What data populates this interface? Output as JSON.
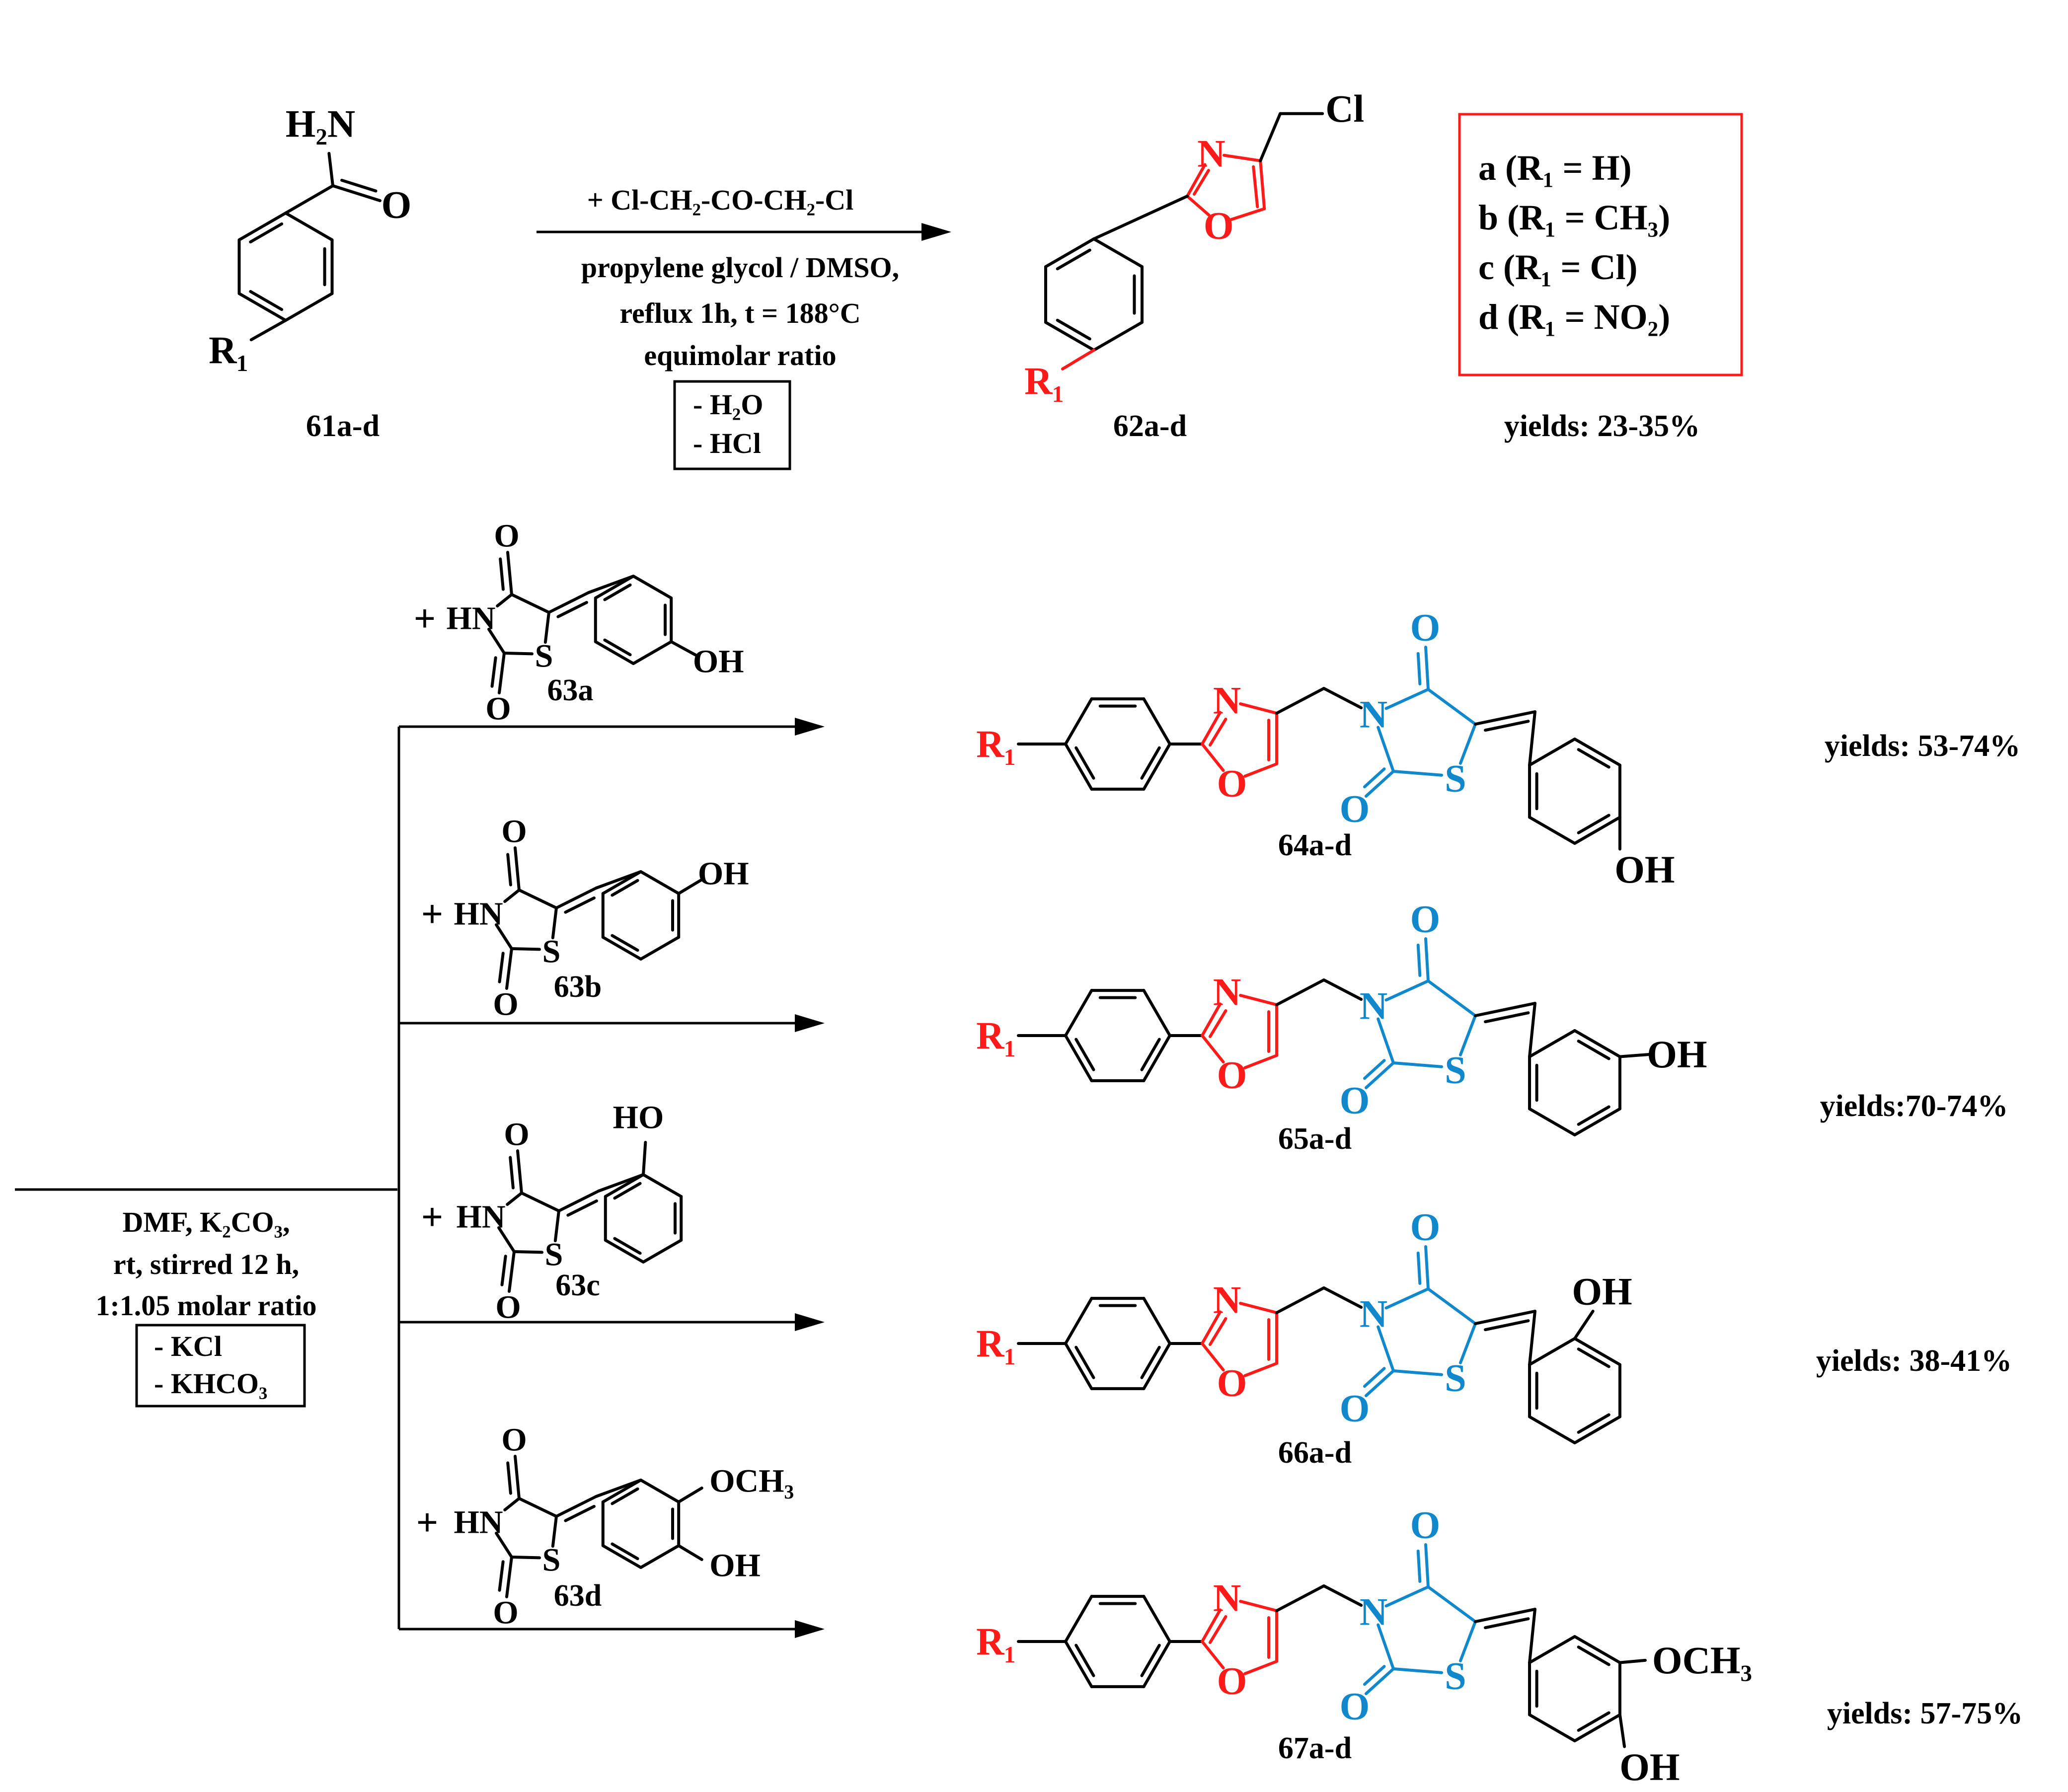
{
  "colors": {
    "oxazole": "#ff1a1a",
    "thiazolidinedione": "#1188cc",
    "default": "#000000"
  },
  "step1": {
    "reagent": "+ Cl-CH₂-CO-CH₂-Cl",
    "conditions": [
      "propylene glycol / DMSO,",
      "reflux 1h, t = 188°C",
      "equimolar ratio"
    ],
    "byproducts": [
      "- H₂O",
      "- HCl"
    ]
  },
  "options": [
    "a (R₁ = H)",
    "b (R₁ = CH₃)",
    "c (R₁ = Cl)",
    "d (R₁ = NO₂)"
  ],
  "step2": {
    "conditions": [
      "DMF, K₂CO₃,",
      "rt, stirred 12 h,",
      "1:1.05 molar ratio"
    ],
    "byproducts": [
      "- KCl",
      "- KHCO₃"
    ]
  },
  "compounds": {
    "c61": {
      "label": "61a-d"
    },
    "c62": {
      "label": "62a-d",
      "yield": "yields: 23-35%"
    },
    "c63a": {
      "label": "63a"
    },
    "c63b": {
      "label": "63b"
    },
    "c63c": {
      "label": "63c"
    },
    "c63d": {
      "label": "63d"
    },
    "c64": {
      "label": "64a-d",
      "yield": "yields: 53-74%"
    },
    "c65": {
      "label": "65a-d",
      "yield": "yields:70-74%"
    },
    "c66": {
      "label": "66a-d",
      "yield": "yields: 38-41%"
    },
    "c67": {
      "label": "67a-d",
      "yield": "yields: 57-75%"
    }
  },
  "atoms": {
    "h2n": "H₂N",
    "o": "O",
    "r1": "R₁",
    "cl": "Cl",
    "n": "N",
    "s": "S",
    "hn": "HN",
    "oh": "OH",
    "ho": "HO",
    "och3": "OCH₃",
    "plus": "+"
  }
}
